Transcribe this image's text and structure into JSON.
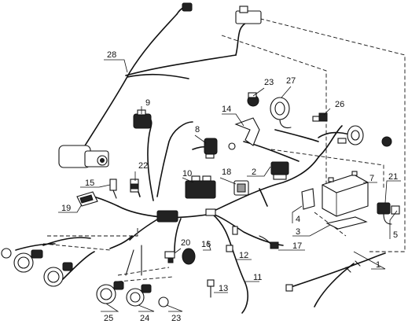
{
  "callouts": [
    {
      "id": "c1",
      "label": "1"
    },
    {
      "id": "c2",
      "label": "2"
    },
    {
      "id": "c3",
      "label": "3"
    },
    {
      "id": "c4",
      "label": "4"
    },
    {
      "id": "c5",
      "label": "5"
    },
    {
      "id": "c7",
      "label": "7"
    },
    {
      "id": "c8",
      "label": "8"
    },
    {
      "id": "c9",
      "label": "9"
    },
    {
      "id": "c10",
      "label": "10"
    },
    {
      "id": "c11",
      "label": "11"
    },
    {
      "id": "c12",
      "label": "12"
    },
    {
      "id": "c13",
      "label": "13"
    },
    {
      "id": "c14",
      "label": "14"
    },
    {
      "id": "c15",
      "label": "15"
    },
    {
      "id": "c16",
      "label": "16"
    },
    {
      "id": "c17",
      "label": "17"
    },
    {
      "id": "c18",
      "label": "18"
    },
    {
      "id": "c19",
      "label": "19"
    },
    {
      "id": "c20",
      "label": "20"
    },
    {
      "id": "c21",
      "label": "21"
    },
    {
      "id": "c22",
      "label": "22"
    },
    {
      "id": "c23a",
      "label": "23"
    },
    {
      "id": "c23b",
      "label": "23"
    },
    {
      "id": "c24",
      "label": "24"
    },
    {
      "id": "c25",
      "label": "25"
    },
    {
      "id": "c26",
      "label": "26"
    },
    {
      "id": "c27",
      "label": "27"
    },
    {
      "id": "c28",
      "label": "28"
    }
  ]
}
